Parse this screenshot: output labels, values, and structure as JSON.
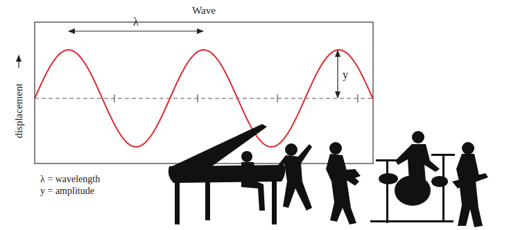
{
  "diagram": {
    "title": "Wave",
    "labels": [
      "λ",
      "y",
      "displacement",
      "λ = wavelength",
      "y = amplitude"
    ]
  }
}
